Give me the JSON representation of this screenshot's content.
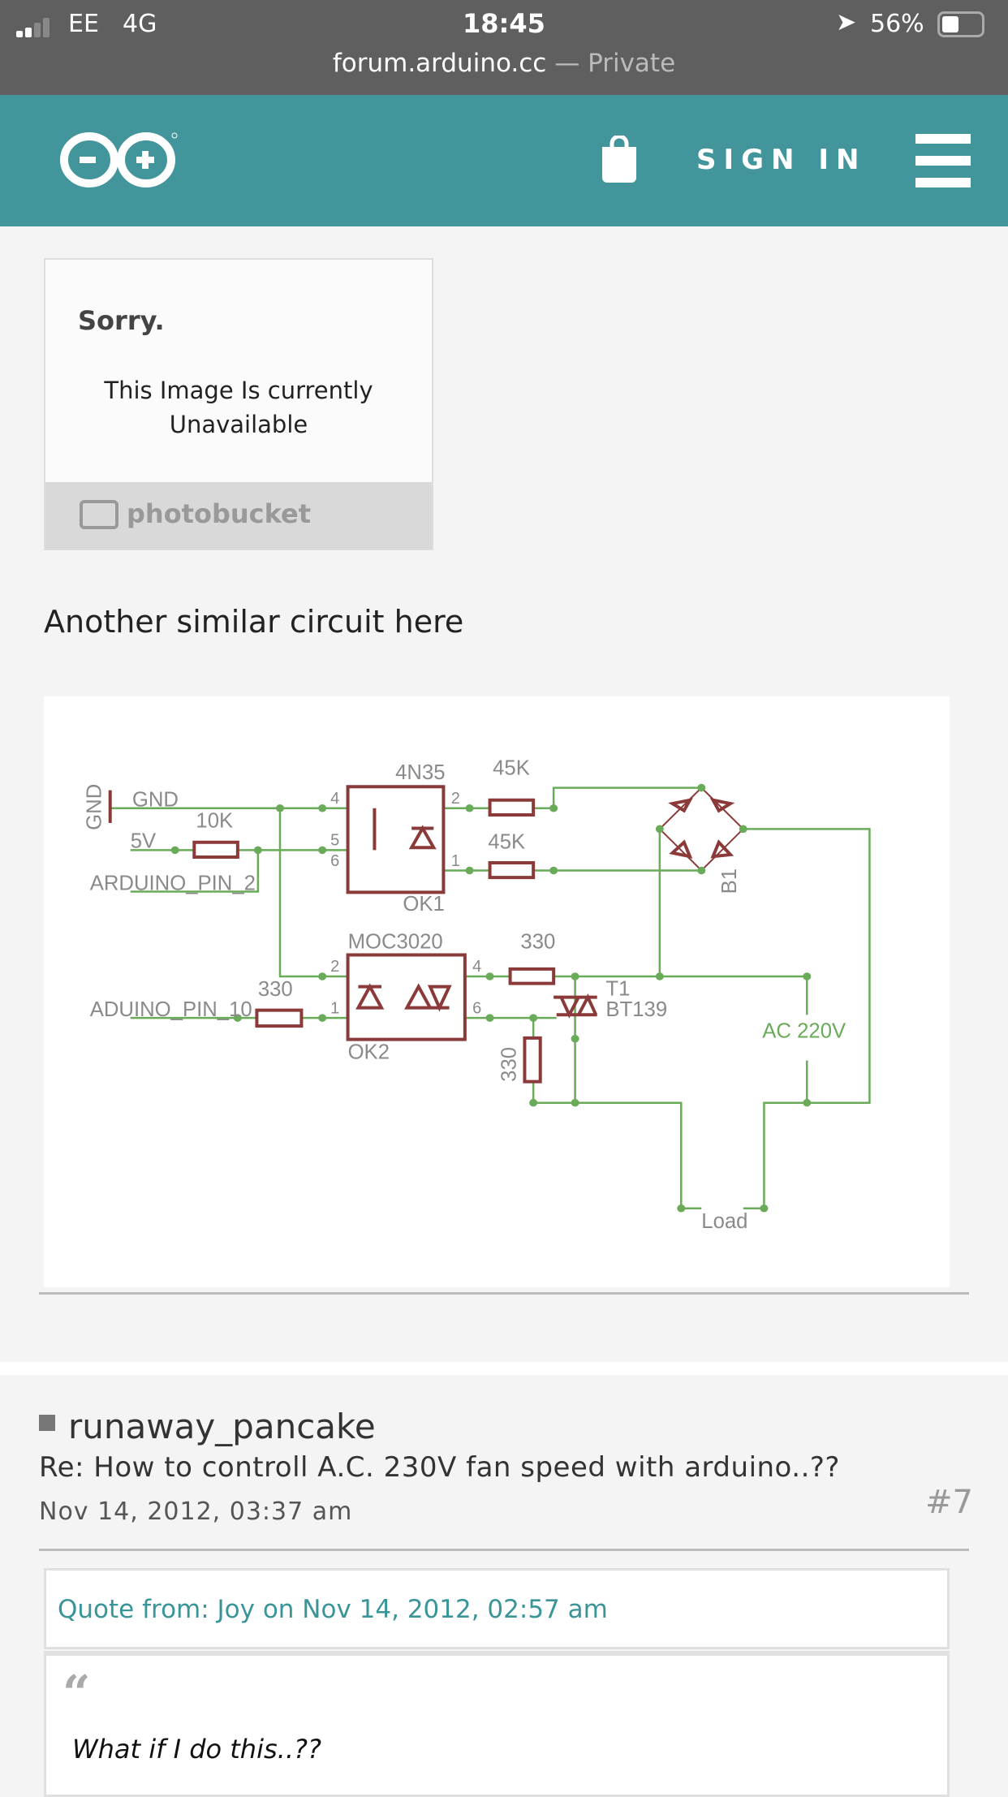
{
  "status_bar": {
    "carrier": "EE",
    "network": "4G",
    "time": "18:45",
    "battery": "56%",
    "battery_level": 0.56,
    "url": "forum.arduino.cc",
    "separator": "—",
    "mode": "Private"
  },
  "header": {
    "logo": "arduino-logo",
    "sign_in_label": "SIGN IN",
    "colors": {
      "brand": "#42959a"
    }
  },
  "previous_post": {
    "broken_image": {
      "title": "Sorry.",
      "message_line1": "This Image Is currently",
      "message_line2": "Unavailable",
      "brand": "photobucket"
    },
    "text": "Another similar circuit here",
    "schematic_labels": {
      "gnd_rot": "GND",
      "gnd": "GND",
      "v5": "5V",
      "r10k": "10K",
      "pin2": "ARDUINO_PIN_2",
      "ok1_part": "4N35",
      "ok1_name": "OK1",
      "r45k_a": "45K",
      "r45k_b": "45K",
      "b1": "B1",
      "ok2_part": "MOC3020",
      "ok2_name": "OK2",
      "r330_top": "330",
      "r330_in": "330",
      "r330_v": "330",
      "pin10": "ADUINO_PIN_10",
      "t1": "T1",
      "bt139": "BT139",
      "ac": "AC 220V",
      "load": "Load",
      "p4": "4",
      "p5": "5",
      "p6": "6",
      "p2": "2",
      "p1": "1",
      "q2": "2",
      "q1": "1",
      "q4": "4",
      "q6": "6"
    }
  },
  "post": {
    "author": "runaway_pancake",
    "title": "Re: How to controll A.C. 230V fan speed with arduino..??",
    "date": "Nov 14, 2012, 03:37 am",
    "number": "#7",
    "quote_header": "Quote from: Joy on Nov 14, 2012, 02:57 am",
    "quote_text": "What if I do this..??"
  }
}
